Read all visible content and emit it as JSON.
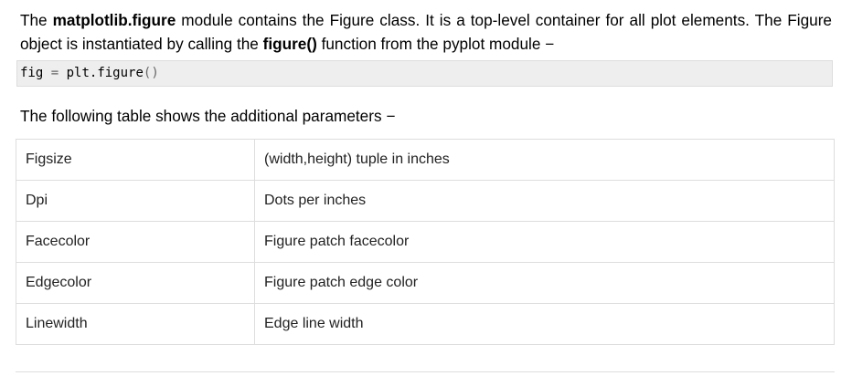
{
  "intro": {
    "part1": "The ",
    "module_name": "matplotlib.figure",
    "part2": " module contains the Figure class. It is a top-level container for all plot elements. The Figure object is instantiated by calling the ",
    "function_name": "figure()",
    "part3": " function from the pyplot module −"
  },
  "code": {
    "var": "fig",
    "op": "=",
    "call": "plt.figure",
    "parens": "()"
  },
  "subhead": "The following table shows the additional parameters −",
  "table": {
    "rows": [
      [
        "Figsize",
        "(width,height) tuple in inches"
      ],
      [
        "Dpi",
        "Dots per inches"
      ],
      [
        "Facecolor",
        "Figure patch facecolor"
      ],
      [
        "Edgecolor",
        "Figure patch edge color"
      ],
      [
        "Linewidth",
        "Edge line width"
      ]
    ]
  }
}
